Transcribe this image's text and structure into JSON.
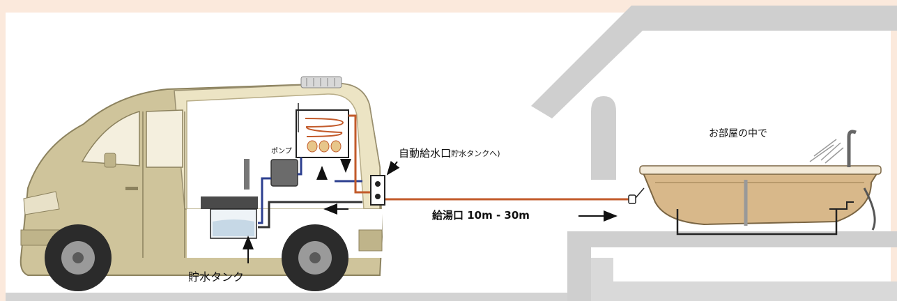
{
  "labels": {
    "water_tank": "貯水タンク",
    "pump": "ポンプ",
    "auto_inlet_main": "自動給水口",
    "auto_inlet_sub": "(貯水タンクへ)",
    "hot_water_outlet": "給湯口 10m - 30m",
    "in_the_room": "お部屋の中で"
  },
  "colors": {
    "background": "#fbe9dc",
    "white_panel": "#ffffff",
    "house_outline": "#cfcfcf",
    "van_body": "#cfc49b",
    "van_roof": "#ece4c4",
    "tire": "#2b2b2b",
    "hot_pipe": "#c25a2a",
    "cold_pipe": "#2c3f8f",
    "tub": "#d8b88a",
    "tub_rim": "#f3ead8"
  }
}
